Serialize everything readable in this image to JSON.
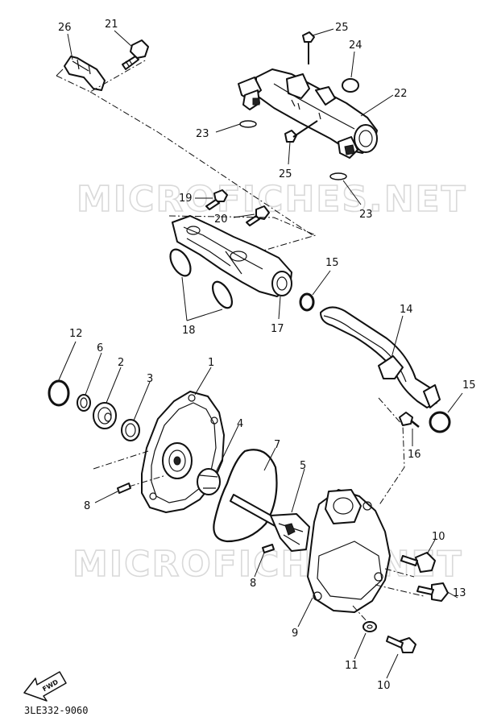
{
  "watermark": "MICROFICHES.NET",
  "drawing_code": "3LE332-9060",
  "fwd_label": "FWD",
  "callouts": {
    "c1": "1",
    "c2": "2",
    "c3": "3",
    "c4": "4",
    "c5": "5",
    "c6": "6",
    "c7": "7",
    "c8a": "8",
    "c8b": "8",
    "c9": "9",
    "c10a": "10",
    "c10b": "10",
    "c11": "11",
    "c12": "12",
    "c13": "13",
    "c14": "14",
    "c15a": "15",
    "c15b": "15",
    "c16": "16",
    "c17": "17",
    "c18": "18",
    "c19": "19",
    "c20": "20",
    "c21": "21",
    "c22": "22",
    "c23a": "23",
    "c23b": "23",
    "c24": "24",
    "c25a": "25",
    "c25b": "25",
    "c26": "26"
  }
}
